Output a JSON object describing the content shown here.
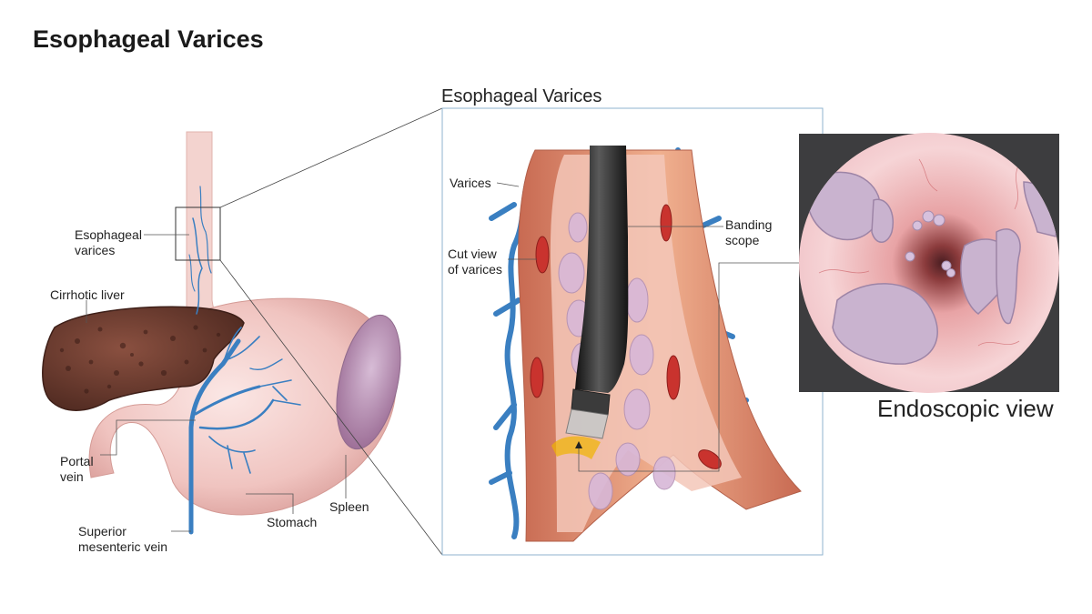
{
  "title": "Esophageal Varices",
  "overview": {
    "labels": {
      "esophageal_varices_line1": "Esophageal",
      "esophageal_varices_line2": "varices",
      "cirrhotic_liver": "Cirrhotic liver",
      "portal_vein_line1": "Portal",
      "portal_vein_line2": "vein",
      "superior_mesenteric_line1": "Superior",
      "superior_mesenteric_line2": "mesenteric vein",
      "stomach": "Stomach",
      "spleen": "Spleen"
    }
  },
  "inset": {
    "title": "Esophageal Varices",
    "labels": {
      "varices": "Varices",
      "cut_view_line1": "Cut view",
      "cut_view_line2": "of varices",
      "banding_line1": "Banding",
      "banding_line2": "scope"
    }
  },
  "endoscopic": {
    "caption": "Endoscopic view"
  },
  "colors": {
    "vein_blue": "#3a7fc1",
    "liver_brown": "#6b3a2e",
    "tissue_pink": "#f1c7c4",
    "muscle_orange": "#d9866a",
    "scope_black": "#2a2a2a",
    "endo_bg": "#3d3d3f"
  }
}
